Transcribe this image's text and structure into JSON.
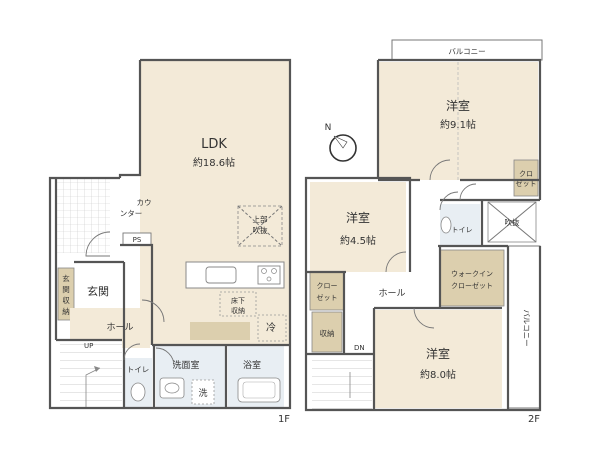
{
  "floors": {
    "f1": {
      "label": "1F",
      "rooms": {
        "ldk": {
          "name": "LDK",
          "size": "約18.6帖"
        },
        "upper_void": {
          "line1": "上部",
          "line2": "吹抜"
        },
        "counter": {
          "line1": "カウ",
          "line2": "ンター"
        },
        "ps": "PS",
        "genkan_storage": {
          "chars": [
            "玄",
            "関",
            "収",
            "納"
          ]
        },
        "genkan": "玄関",
        "hall": "ホール",
        "up": "UP",
        "floor_storage": {
          "line1": "床下",
          "line2": "収納"
        },
        "fridge": "冷",
        "washroom": "洗面室",
        "bath": "浴室",
        "washer": "洗",
        "toilet": "トイレ"
      }
    },
    "f2": {
      "label": "2F",
      "rooms": {
        "balcony_top": "バルコニー",
        "yoshitsu_a": {
          "name": "洋室",
          "size": "約9.1帖"
        },
        "closet_small": {
          "line1": "クロ",
          "line2": "ゼット"
        },
        "yoshitsu_b": {
          "name": "洋室",
          "size": "約4.5帖"
        },
        "void": "吹抜",
        "toilet": "トイレ",
        "closet": {
          "line1": "クロー",
          "line2": "ゼット"
        },
        "walkin": {
          "line1": "ウォークイン",
          "line2": "クローゼット"
        },
        "hall": "ホール",
        "storage": "収納",
        "dn": "DN",
        "yoshitsu_c": {
          "name": "洋室",
          "size": "約8.0帖"
        },
        "balcony_side": "バルコニー"
      }
    }
  },
  "compass": {
    "label": "N",
    "icon": "north-arrow-icon"
  },
  "colors": {
    "room_fill": "#f3ead8",
    "wet_area": "#e8eef3",
    "storage_tan": "#dccfae",
    "walls": "#555555",
    "text": "#333333"
  }
}
